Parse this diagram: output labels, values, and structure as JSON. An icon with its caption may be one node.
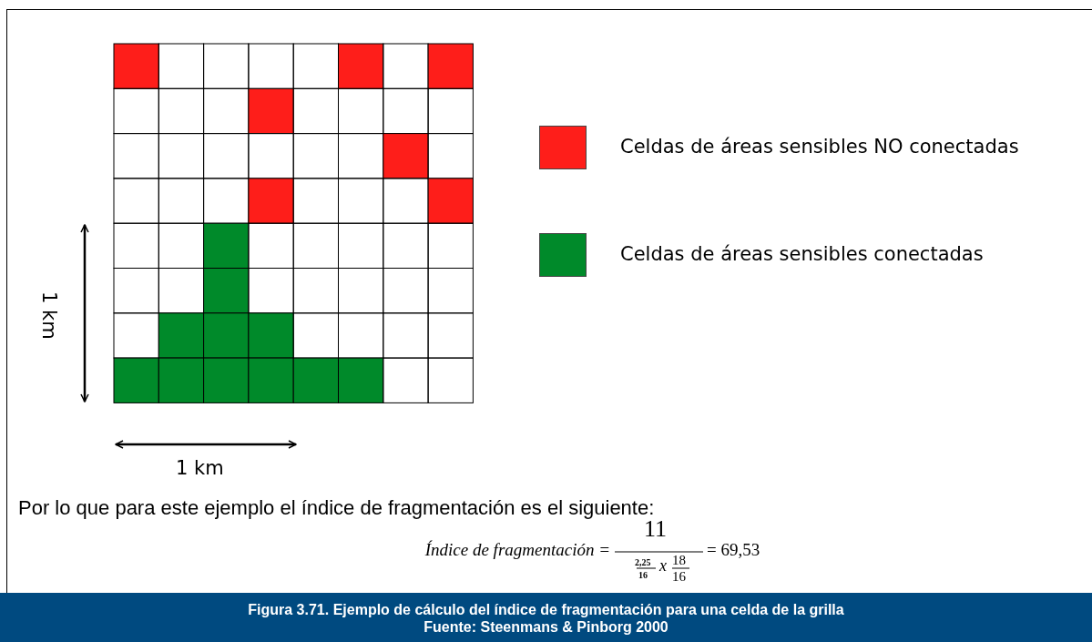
{
  "diagram": {
    "caption": "Figura 3.71. Ejemplo de cálculo del índice de fragmentación para una celda de la grilla",
    "labels": [
      "1 km",
      "1 km",
      "Por lo que para este ejemplo el índice de fragmentación es el siguiente:",
      "Índice de fragmentación =",
      "11",
      "2,25",
      "16",
      "x",
      "18",
      "16",
      "= 69,53",
      "Fuente: Steenmans & Pinborg 2000"
    ],
    "legend": [
      {
        "text": "Celdas de áreas sensibles NO conectadas",
        "color": "#fe1e1a"
      },
      {
        "text": "Celdas de áreas sensibles conectadas",
        "color": "#008a2a"
      }
    ]
  }
}
